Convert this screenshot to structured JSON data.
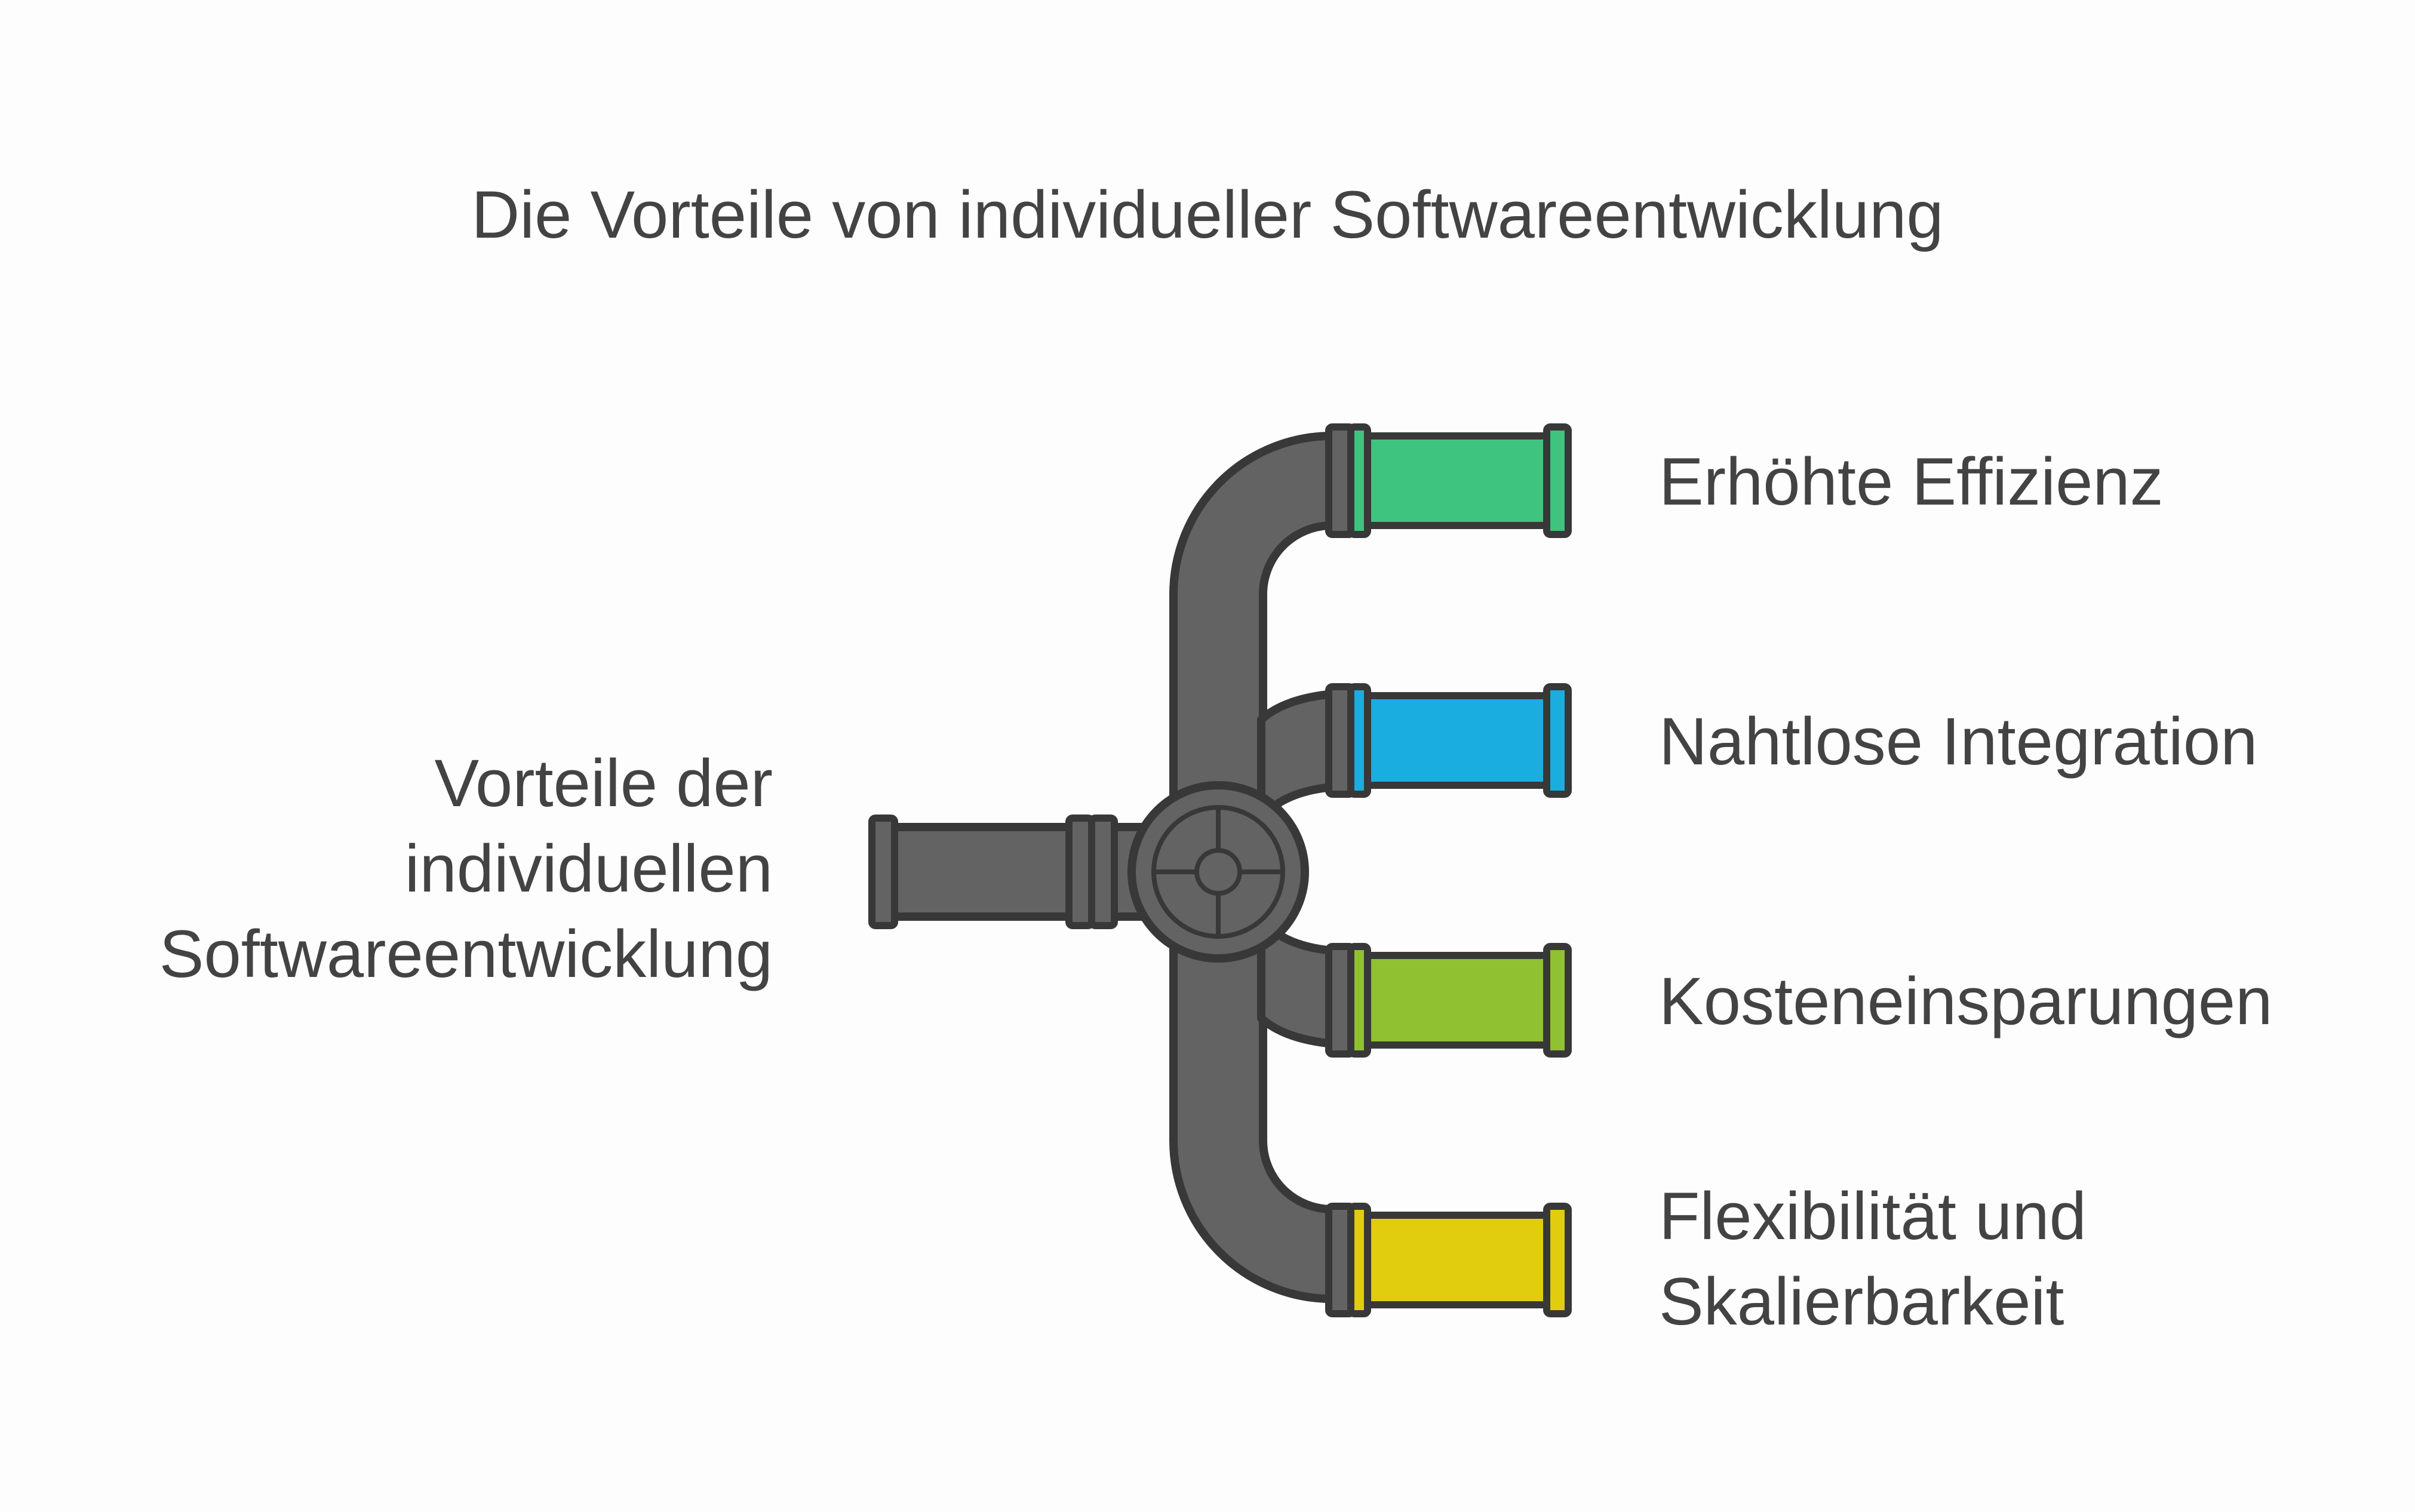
{
  "title": "Die Vorteile von individueller Softwareentwicklung",
  "source": {
    "lines": [
      "Vorteile der",
      "individuellen",
      "Softwareentwicklung"
    ]
  },
  "branches": [
    {
      "lines": [
        "Erhöhte Effizienz"
      ],
      "color": "#3ec47f"
    },
    {
      "lines": [
        "Nahtlose Integration"
      ],
      "color": "#1aaee0"
    },
    {
      "lines": [
        "Kosteneinsparungen"
      ],
      "color": "#90c131"
    },
    {
      "lines": [
        "Flexibilität und",
        "Skalierbarkeit"
      ],
      "color": "#e1cc0d"
    }
  ],
  "colors": {
    "pipe": "#636363",
    "outline": "#383838",
    "text": "#434343",
    "background": "#fdfdfd"
  },
  "icons": {
    "hub": "valve-wheel-icon"
  }
}
